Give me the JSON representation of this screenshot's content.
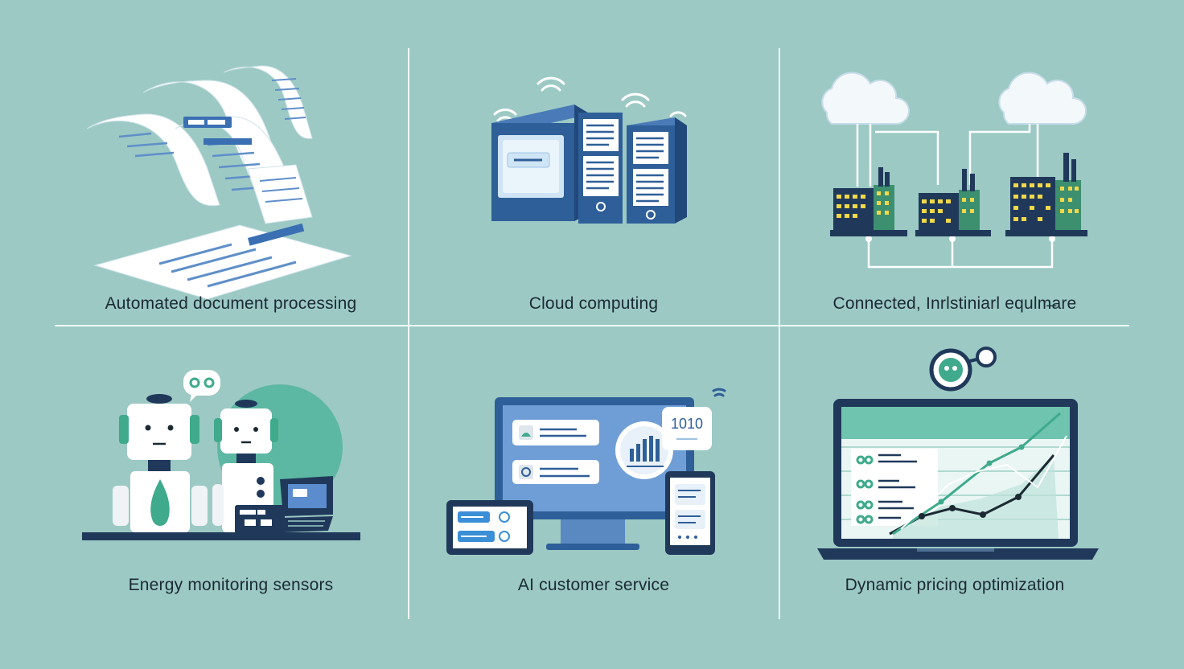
{
  "colors": {
    "background": "#9cc9c4",
    "divider": "#f4fbfa",
    "navy": "#2f5f98",
    "dark_navy": "#20395a",
    "teal": "#3faa8c",
    "text": "#1b2a33"
  },
  "panels": [
    {
      "caption": "Automated document processing",
      "icon": "documents-icon"
    },
    {
      "caption": "Cloud computing",
      "icon": "server-icon"
    },
    {
      "caption": "Connected, Inrlstiniarl equlm̶are",
      "icon": "factory-cloud-icon"
    },
    {
      "caption": "Energy monitoring sensors",
      "icon": "robots-icon"
    },
    {
      "caption": "AI customer service",
      "icon": "devices-icon"
    },
    {
      "caption": "Dynamic pricing optimization",
      "icon": "laptop-chart-icon"
    }
  ],
  "labels": {
    "monitor_badge": "1010"
  }
}
